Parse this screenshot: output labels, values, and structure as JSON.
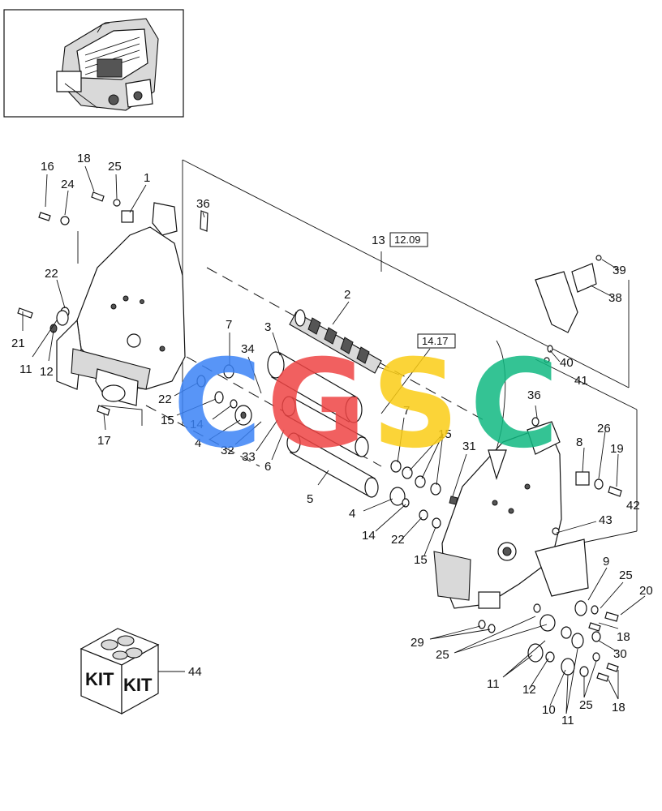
{
  "watermark": {
    "letters": [
      {
        "char": "C",
        "color": "#3b82f6"
      },
      {
        "char": "G",
        "color": "#ef4444"
      },
      {
        "char": "S",
        "color": "#facc15"
      },
      {
        "char": "C",
        "color": "#10b981"
      }
    ]
  },
  "kit": {
    "label_left": "KIT",
    "label_right": "KIT",
    "callout": "44"
  },
  "references": [
    {
      "callout": "13",
      "ref": "12.09"
    },
    {
      "callout": "",
      "ref": "14.17"
    }
  ],
  "callouts": {
    "c16": "16",
    "c18a": "18",
    "c25a": "25",
    "c1": "1",
    "c24": "24",
    "c36a": "36",
    "c22a": "22",
    "c21": "21",
    "c11a": "11",
    "c12a": "12",
    "c17": "17",
    "c2": "2",
    "c3": "3",
    "c34": "34",
    "c7a": "7",
    "c22b": "22",
    "c15a": "15",
    "c14a": "14",
    "c4a": "4",
    "c32": "32",
    "c33": "33",
    "c6": "6",
    "c7b": "7",
    "c15b": "15",
    "c5": "5",
    "c31": "31",
    "c4b": "4",
    "c14b": "14",
    "c22c": "22",
    "c15c": "15",
    "c39": "39",
    "c38": "38",
    "c40": "40",
    "c41": "41",
    "c36b": "36",
    "c8": "8",
    "c26": "26",
    "c19": "19",
    "c42": "42",
    "c43": "43",
    "c9": "9",
    "c25b": "25",
    "c20": "20",
    "c18b": "18",
    "c29": "29",
    "c25c": "25",
    "c30": "30",
    "c11b": "11",
    "c12b": "12",
    "c10": "10",
    "c11c": "11",
    "c25d": "25",
    "c18c": "18"
  }
}
